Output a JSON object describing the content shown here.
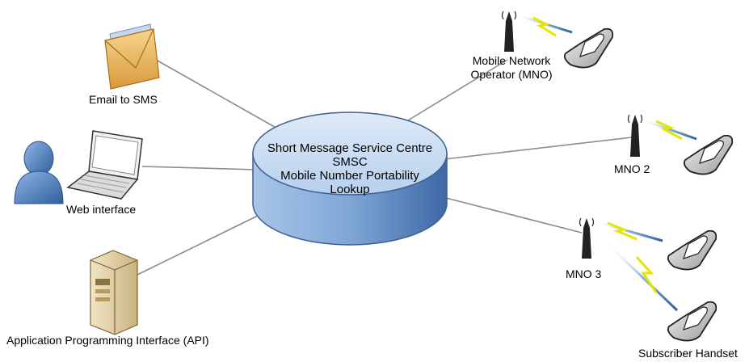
{
  "center": {
    "line1": "Short Message Service Centre",
    "line2": "SMSC",
    "line3": "Mobile Number Portability",
    "line4": "Lookup"
  },
  "inputs": {
    "email": "Email to SMS",
    "web": "Web interface",
    "api": "Application Programming Interface (API)"
  },
  "operators": {
    "mno1_line1": "Mobile Network",
    "mno1_line2": "Operator (MNO)",
    "mno2": "MNO 2",
    "mno3": "MNO 3"
  },
  "handset_label": "Subscriber Handset",
  "colors": {
    "cylinder_top": "#c6dbf2",
    "cylinder_side": "#5b86c0",
    "connector": "#8c8c8c",
    "lightning": "#e6e600"
  }
}
